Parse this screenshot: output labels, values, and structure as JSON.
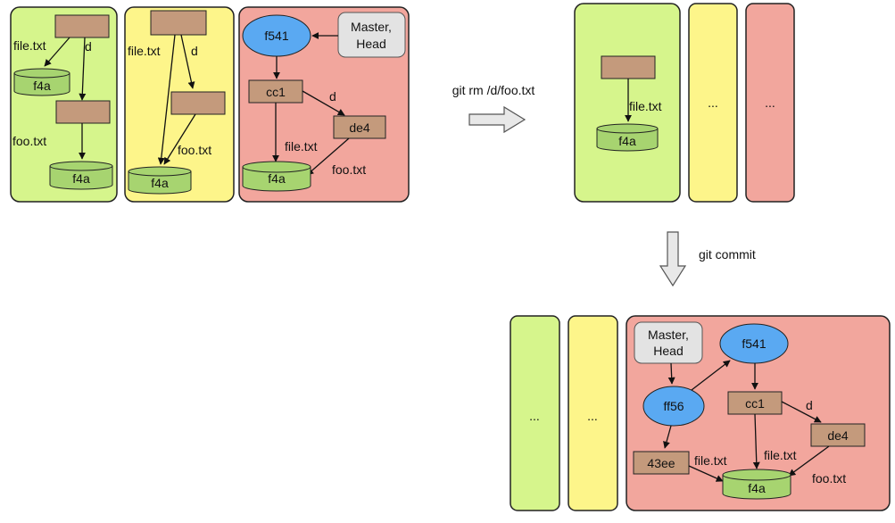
{
  "colors": {
    "index_panel": "#d6f58c",
    "workdir_panel": "#fdf58a",
    "repo_panel": "#f2a69d",
    "tree_node": "#c49a7c",
    "blob_node": "#a7d470",
    "commit_node": "#5aa9f2",
    "ref_node": "#e3e3e3"
  },
  "commands": {
    "rm": "git rm /d/foo.txt",
    "commit": "git commit"
  },
  "placeholders": {
    "ellipsis": "..."
  },
  "nodes": {
    "blob": "f4a",
    "commit_old": "f541",
    "commit_new": "ff56",
    "tree_root_old": "cc1",
    "tree_d": "de4",
    "tree_root_new": "43ee",
    "ref_line1": "Master,",
    "ref_line2": "Head"
  },
  "edges": {
    "file": "file.txt",
    "foo": "foo.txt",
    "dir": "d"
  }
}
